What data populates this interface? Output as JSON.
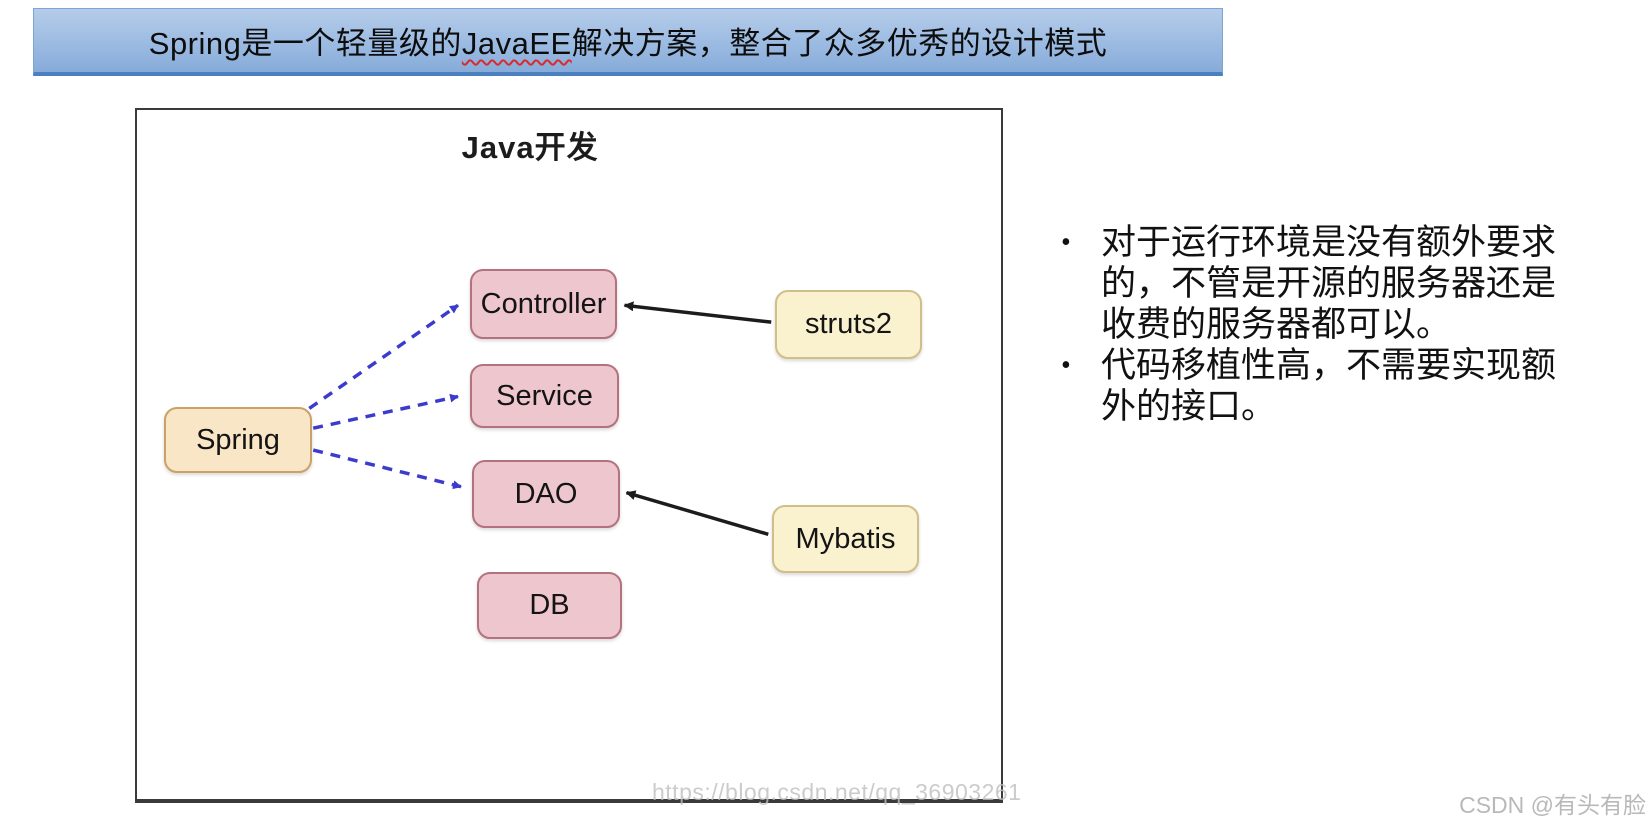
{
  "banner": {
    "text_before": "Spring是一个轻量级的",
    "text_misspelled": "JavaEE",
    "text_after": "解决方案，整合了众多优秀的设计模式",
    "background_top_color": "#b5cce9",
    "background_bottom_color": "#86abd9",
    "border_bottom_color": "#4c7fc0",
    "misspell_underline_color": "#d92b2b"
  },
  "diagram": {
    "title": "Java开发",
    "nodes": [
      {
        "id": "spring",
        "label": "Spring",
        "fill": "#f9e6c6",
        "border": "#c9a26a"
      },
      {
        "id": "controller",
        "label": "Controller",
        "fill": "#eec6ce",
        "border": "#b2737f"
      },
      {
        "id": "service",
        "label": "Service",
        "fill": "#eec6ce",
        "border": "#b2737f"
      },
      {
        "id": "dao",
        "label": "DAO",
        "fill": "#eec6ce",
        "border": "#b2737f"
      },
      {
        "id": "db",
        "label": "DB",
        "fill": "#eec6ce",
        "border": "#b2737f"
      },
      {
        "id": "struts2",
        "label": "struts2",
        "fill": "#faf2cf",
        "border": "#cfbf8b"
      },
      {
        "id": "mybatis",
        "label": "Mybatis",
        "fill": "#faf2cf",
        "border": "#cfbf8b"
      }
    ],
    "edges": [
      {
        "from": "spring",
        "to": "controller",
        "style": "dashed",
        "color": "#3b3bcd"
      },
      {
        "from": "spring",
        "to": "service",
        "style": "dashed",
        "color": "#3b3bcd"
      },
      {
        "from": "spring",
        "to": "dao",
        "style": "dashed",
        "color": "#3b3bcd"
      },
      {
        "from": "struts2",
        "to": "controller",
        "style": "solid",
        "color": "#1c1c1c"
      },
      {
        "from": "mybatis",
        "to": "dao",
        "style": "solid",
        "color": "#1c1c1c"
      }
    ]
  },
  "bullets": {
    "items": [
      "对于运行环境是没有额外要求的，不管是开源的服务器还是收费的服务器都可以。",
      "代码移植性高，不需要实现额外的接口。"
    ],
    "marker": "•"
  },
  "footer": {
    "watermark": "https://blog.csdn.net/qq_36903261",
    "credit": "CSDN @有头有脸"
  }
}
